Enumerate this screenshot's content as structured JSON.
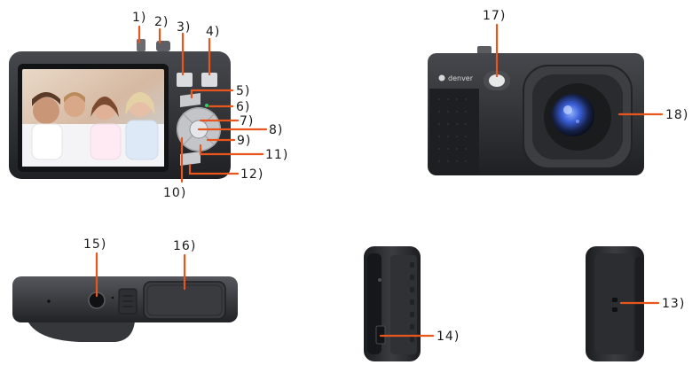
{
  "brand": {
    "logo_text": "denver"
  },
  "callouts": [
    {
      "id": "1",
      "label": "1)"
    },
    {
      "id": "2",
      "label": "2)"
    },
    {
      "id": "3",
      "label": "3)"
    },
    {
      "id": "4",
      "label": "4)"
    },
    {
      "id": "5",
      "label": "5)"
    },
    {
      "id": "6",
      "label": "6)"
    },
    {
      "id": "7",
      "label": "7)"
    },
    {
      "id": "8",
      "label": "8)"
    },
    {
      "id": "9",
      "label": "9)"
    },
    {
      "id": "10",
      "label": "10)"
    },
    {
      "id": "11",
      "label": "11)"
    },
    {
      "id": "12",
      "label": "12)"
    },
    {
      "id": "13",
      "label": "13)"
    },
    {
      "id": "14",
      "label": "14)"
    },
    {
      "id": "15",
      "label": "15)"
    },
    {
      "id": "16",
      "label": "16)"
    },
    {
      "id": "17",
      "label": "17)"
    },
    {
      "id": "18",
      "label": "18)"
    }
  ],
  "colors": {
    "leader": "#e8561e",
    "body_dark": "#2b2d30",
    "body_mid": "#3a3c40",
    "grip": "#232427",
    "control_grey": "#cfd1d4",
    "led_green": "#2fd06a",
    "lens_blue": "#3a5fd8"
  }
}
